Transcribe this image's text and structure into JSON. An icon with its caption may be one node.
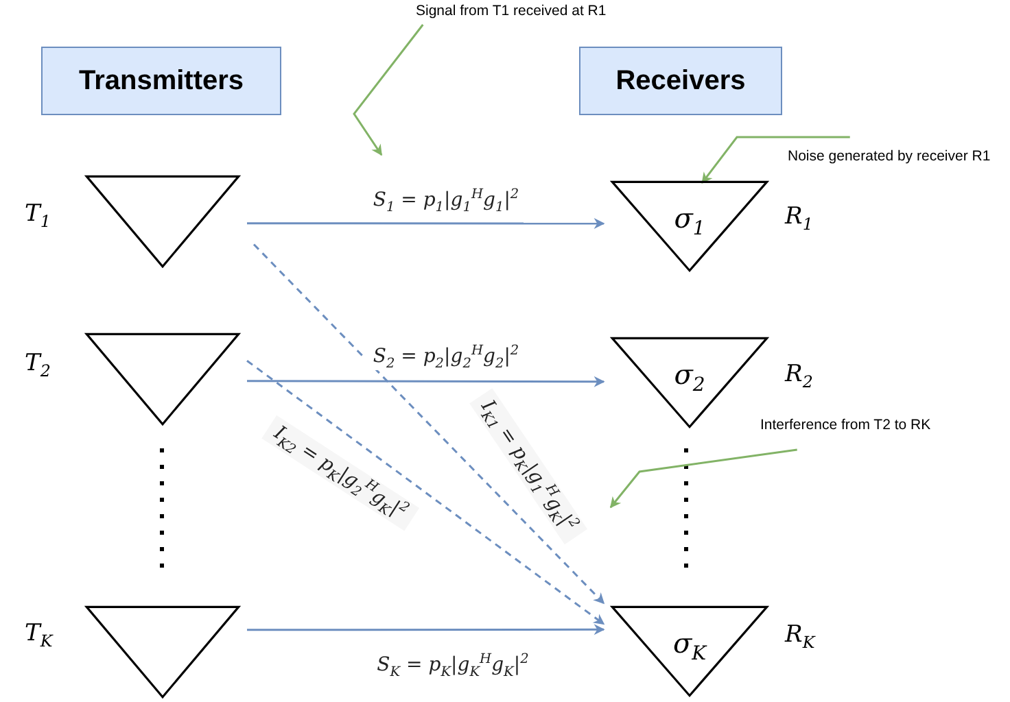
{
  "diagram": {
    "nodes": [
      {
        "text": [
          "Transmitters"
        ]
      },
      {
        "text": [
          "Receivers"
        ]
      },
      {
        "text": [],
        "shape": "triangle",
        "beside": [
          "T$_{1}$"
        ]
      },
      {
        "text": [],
        "shape": "triangle",
        "beside": [
          "T$_{2}$"
        ]
      },
      {
        "text": [],
        "shape": "triangle",
        "beside": [
          "T$_{K}$"
        ]
      },
      {
        "text": [
          "σ$_{1}$"
        ],
        "beside": [
          "R$_{1}$"
        ]
      },
      {
        "text": [
          "σ$_{2}$"
        ],
        "beside": [
          "R$_{2}$"
        ]
      },
      {
        "text": [
          "σ$_{K}$"
        ],
        "beside": [
          "R$_{K}$"
        ]
      },
      {
        "text": [
          "Signal from T1 received at R1"
        ]
      },
      {
        "text": [
          "Noise generated by receiver R1"
        ]
      },
      {
        "text": [
          "Interference from T2 to RK"
        ]
      }
    ],
    "edges": [
      {
        "from": 2,
        "to": 5,
        "arrow": "to",
        "label": "S$_{1}$ = p$_{1}$|g$_{1}$$^{H}$g$_{1}$|$^{2}$"
      },
      {
        "from": 3,
        "to": 6,
        "arrow": "to",
        "label": "S$_{2}$ = p$_{2}$|g$_{2}$$^{H}$g$_{2}$|$^{2}$"
      },
      {
        "from": 4,
        "to": 7,
        "arrow": "to",
        "label": "S$_{K}$ = p$_{K}$|g$_{K}$$^{H}$g$_{K}$|$^{2}$"
      },
      {
        "from": 2,
        "to": 7,
        "arrow": "to",
        "style": "dashed",
        "label": "I$_{K1}$ = p$_{K}$|g$_{1}$$^{H}$g$_{K}$|$^{2}$"
      },
      {
        "from": 3,
        "to": 7,
        "arrow": "to",
        "style": "dashed",
        "label": "I$_{K2}$ = p$_{K}$|g$_{2}$$^{H}$g$_{K}$|$^{2}$"
      },
      {
        "from": 8,
        "to": null,
        "arrow": "to",
        "color": "#82b366"
      },
      {
        "from": 9,
        "to": 5,
        "arrow": "to",
        "color": "#82b366"
      },
      {
        "from": 10,
        "to": null,
        "arrow": "to",
        "color": "#82b366"
      }
    ]
  }
}
